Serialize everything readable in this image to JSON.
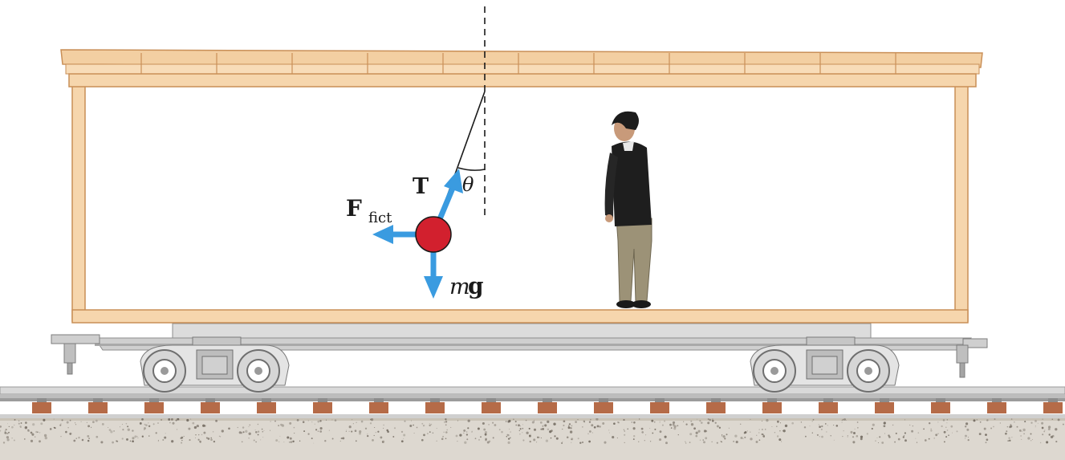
{
  "labels": {
    "tension": "T",
    "fictitious_force_main": "F",
    "fictitious_force_sub": "fict",
    "weight_m": "m",
    "weight_g": "g",
    "angle": "θ"
  },
  "colors": {
    "wood_light": "#f6d6ad",
    "wood_mid": "#eab982",
    "wood_dark": "#c98f57",
    "arrow_blue": "#3a9be0",
    "bob_red": "#d2202e",
    "steel_light": "#e6e6e6",
    "steel_mid": "#b9b9b9",
    "steel_dark": "#7a7a7a",
    "tie_brown": "#b56b48",
    "ground": "#ddd8d0",
    "person_jacket": "#1e1e1e",
    "person_pants": "#9c9277"
  }
}
